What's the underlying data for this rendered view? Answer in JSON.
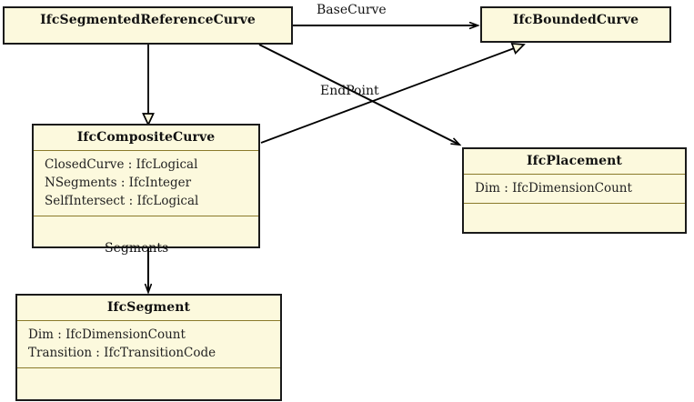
{
  "diagram": {
    "title": "IFC class diagram",
    "type": "uml-class-diagram",
    "colors": {
      "box_fill": "#fcf9dd",
      "box_border": "#1a1a1a",
      "compartment_divider": "#8a7a2a",
      "edge_stroke": "#000000",
      "background": "#ffffff"
    }
  },
  "classes": [
    {
      "id": "srefcurve",
      "name": "IfcSegmentedReferenceCurve",
      "attributes": [],
      "has_empty_compartment": false
    },
    {
      "id": "boundedcurve",
      "name": "IfcBoundedCurve",
      "attributes": [],
      "has_empty_compartment": false
    },
    {
      "id": "compositecurve",
      "name": "IfcCompositeCurve",
      "attributes": [
        "ClosedCurve : IfcLogical",
        "NSegments : IfcInteger",
        "SelfIntersect : IfcLogical"
      ],
      "has_empty_compartment": true
    },
    {
      "id": "placement",
      "name": "IfcPlacement",
      "attributes": [
        "Dim : IfcDimensionCount"
      ],
      "has_empty_compartment": true
    },
    {
      "id": "segment",
      "name": "IfcSegment",
      "attributes": [
        "Dim : IfcDimensionCount",
        "Transition : IfcTransitionCode"
      ],
      "has_empty_compartment": true
    }
  ],
  "edges": [
    {
      "id": "basecurve",
      "label": "BaseCurve",
      "from": "srefcurve",
      "to": "boundedcurve",
      "arrow": "open-arrow",
      "kind": "association"
    },
    {
      "id": "endpoint",
      "label": "EndPoint",
      "from": "srefcurve",
      "to": "placement",
      "arrow": "open-arrow",
      "kind": "association"
    },
    {
      "id": "segments",
      "label": "Segments",
      "from": "compositecurve",
      "to": "segment",
      "arrow": "open-arrow",
      "kind": "association"
    },
    {
      "id": "inherit-composite",
      "label": "",
      "from": "srefcurve",
      "to": "compositecurve",
      "arrow": "hollow-triangle",
      "kind": "generalization"
    },
    {
      "id": "inherit-bounded",
      "label": "",
      "from": "compositecurve",
      "to": "boundedcurve",
      "arrow": "hollow-triangle",
      "kind": "generalization"
    }
  ]
}
